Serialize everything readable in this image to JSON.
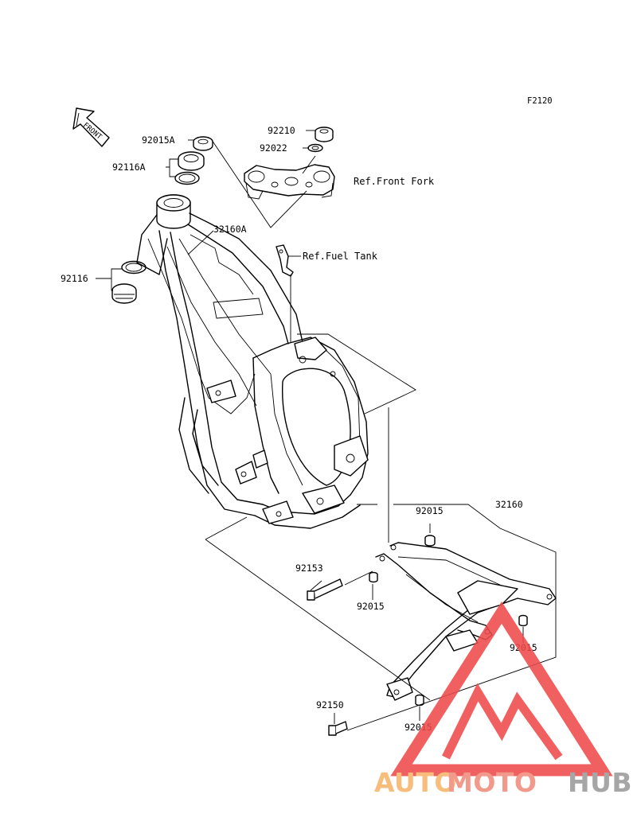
{
  "diagram": {
    "code": "F2120",
    "front_arrow_label": "FRONT",
    "refs": {
      "front_fork": "Ref.Front Fork",
      "fuel_tank": "Ref.Fuel Tank"
    },
    "parts": {
      "p92210": "92210",
      "p92022": "92022",
      "p92015A": "92015A",
      "p92116A": "92116A",
      "p32160A": "32160A",
      "p92116": "92116",
      "p32160": "32160",
      "p92015_top": "92015",
      "p92153": "92153",
      "p92015_mid": "92015",
      "p92015_right": "92015",
      "p92150": "92150",
      "p92015_bottom": "92015"
    }
  },
  "watermark": {
    "part1": "AUTO",
    "part2": "MOTO",
    "part3": "HUB",
    "color_auto": "#f7b46a",
    "color_moto": "#f08d7c",
    "color_hub": "#9a9a9a",
    "triangle_color": "#ee4b4b"
  }
}
